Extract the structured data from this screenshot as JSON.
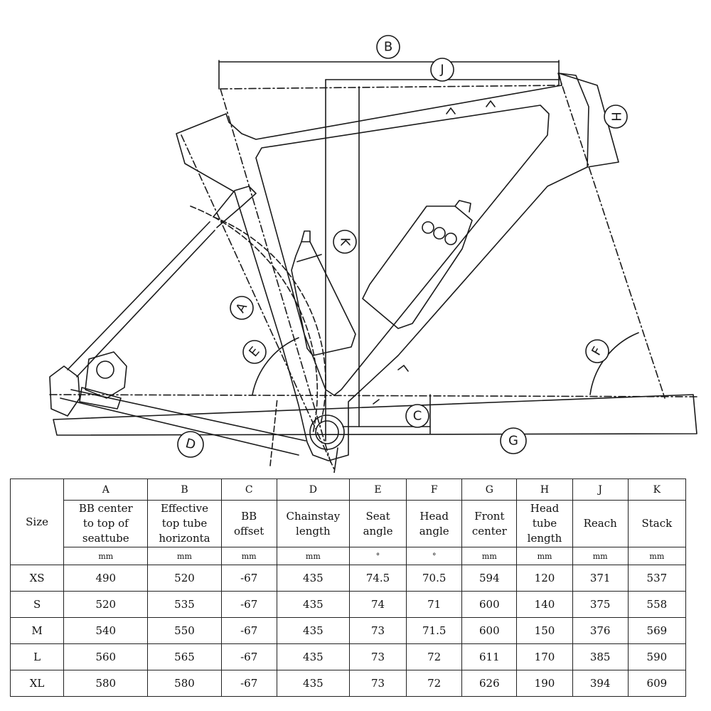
{
  "diagram": {
    "dimension_markers": [
      "A",
      "B",
      "C",
      "D",
      "E",
      "F",
      "G",
      "H",
      "J",
      "K"
    ]
  },
  "table": {
    "size_header": "Size",
    "columns": [
      {
        "letter": "A",
        "name": [
          "BB center",
          "to top of",
          "seattube"
        ],
        "unit": "mm"
      },
      {
        "letter": "B",
        "name": [
          "Effective",
          "top tube",
          "horizonta"
        ],
        "unit": "mm"
      },
      {
        "letter": "C",
        "name": [
          "BB",
          "offset"
        ],
        "unit": "mm"
      },
      {
        "letter": "D",
        "name": [
          "Chainstay",
          "length"
        ],
        "unit": "mm"
      },
      {
        "letter": "E",
        "name": [
          "Seat",
          "angle"
        ],
        "unit": "°"
      },
      {
        "letter": "F",
        "name": [
          "Head",
          "angle"
        ],
        "unit": "°"
      },
      {
        "letter": "G",
        "name": [
          "Front",
          "center"
        ],
        "unit": "mm"
      },
      {
        "letter": "H",
        "name": [
          "Head",
          "tube",
          "length"
        ],
        "unit": "mm"
      },
      {
        "letter": "J",
        "name": [
          "Reach"
        ],
        "unit": "mm"
      },
      {
        "letter": "K",
        "name": [
          "Stack"
        ],
        "unit": "mm"
      }
    ],
    "rows": [
      {
        "size": "XS",
        "values": [
          "490",
          "520",
          "-67",
          "435",
          "74.5",
          "70.5",
          "594",
          "120",
          "371",
          "537"
        ]
      },
      {
        "size": "S",
        "values": [
          "520",
          "535",
          "-67",
          "435",
          "74",
          "71",
          "600",
          "140",
          "375",
          "558"
        ]
      },
      {
        "size": "M",
        "values": [
          "540",
          "550",
          "-67",
          "435",
          "73",
          "71.5",
          "600",
          "150",
          "376",
          "569"
        ]
      },
      {
        "size": "L",
        "values": [
          "560",
          "565",
          "-67",
          "435",
          "73",
          "72",
          "611",
          "170",
          "385",
          "590"
        ]
      },
      {
        "size": "XL",
        "values": [
          "580",
          "580",
          "-67",
          "435",
          "73",
          "72",
          "626",
          "190",
          "394",
          "609"
        ]
      }
    ]
  }
}
